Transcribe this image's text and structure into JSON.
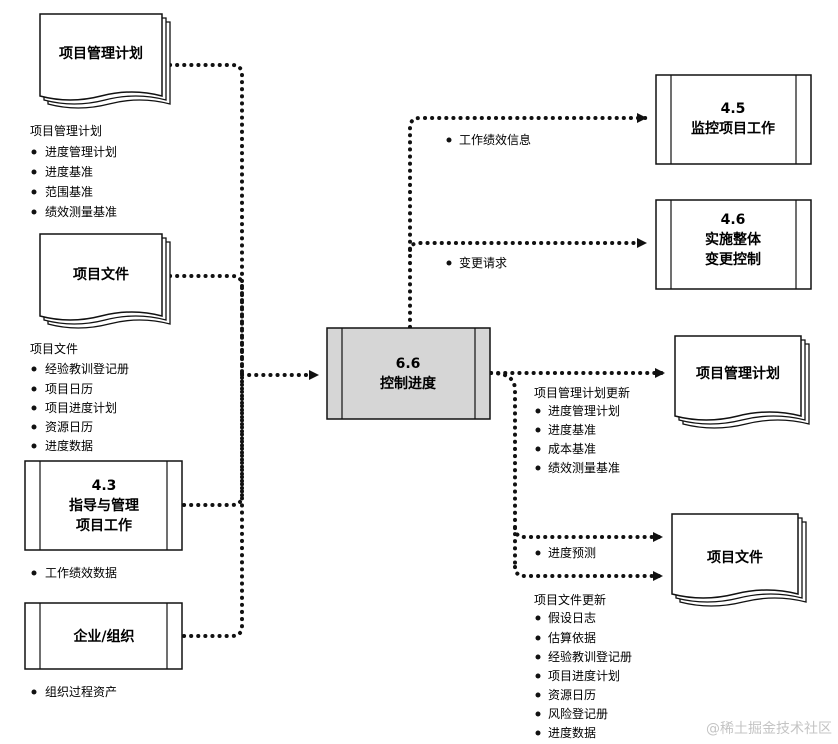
{
  "left": {
    "pmp": {
      "title": "项目管理计划",
      "list_title": "项目管理计划",
      "items": [
        "进度管理计划",
        "进度基准",
        "范围基准",
        "绩效测量基准"
      ]
    },
    "docs": {
      "title": "项目文件",
      "list_title": "项目文件",
      "items": [
        "经验教训登记册",
        "项目日历",
        "项目进度计划",
        "资源日历",
        "进度数据"
      ]
    },
    "p43": {
      "num": "4.3",
      "line1": "指导与管理",
      "line2": "项目工作",
      "items": [
        "工作绩效数据"
      ]
    },
    "org": {
      "title": "企业/组织",
      "items": [
        "组织过程资产"
      ]
    }
  },
  "center": {
    "num": "6.6",
    "title": "控制进度"
  },
  "right": {
    "p45": {
      "num": "4.5",
      "title": "监控项目工作"
    },
    "p46": {
      "num": "4.6",
      "line1": "实施整体",
      "line2": "变更控制"
    },
    "pmp": {
      "title": "项目管理计划"
    },
    "docs": {
      "title": "项目文件"
    }
  },
  "flows": {
    "work_perf_info": "工作绩效信息",
    "change_request": "变更请求",
    "pmp_updates": {
      "title": "项目管理计划更新",
      "items": [
        "进度管理计划",
        "进度基准",
        "成本基准",
        "绩效测量基准"
      ]
    },
    "forecast": "进度预测",
    "docs_updates": {
      "title": "项目文件更新",
      "items": [
        "假设日志",
        "估算依据",
        "经验教训登记册",
        "项目进度计划",
        "资源日历",
        "风险登记册",
        "进度数据"
      ]
    }
  },
  "watermark": "@稀土掘金技术社区",
  "colors": {
    "center_fill": "#d6d6d6",
    "line": "#111111"
  }
}
